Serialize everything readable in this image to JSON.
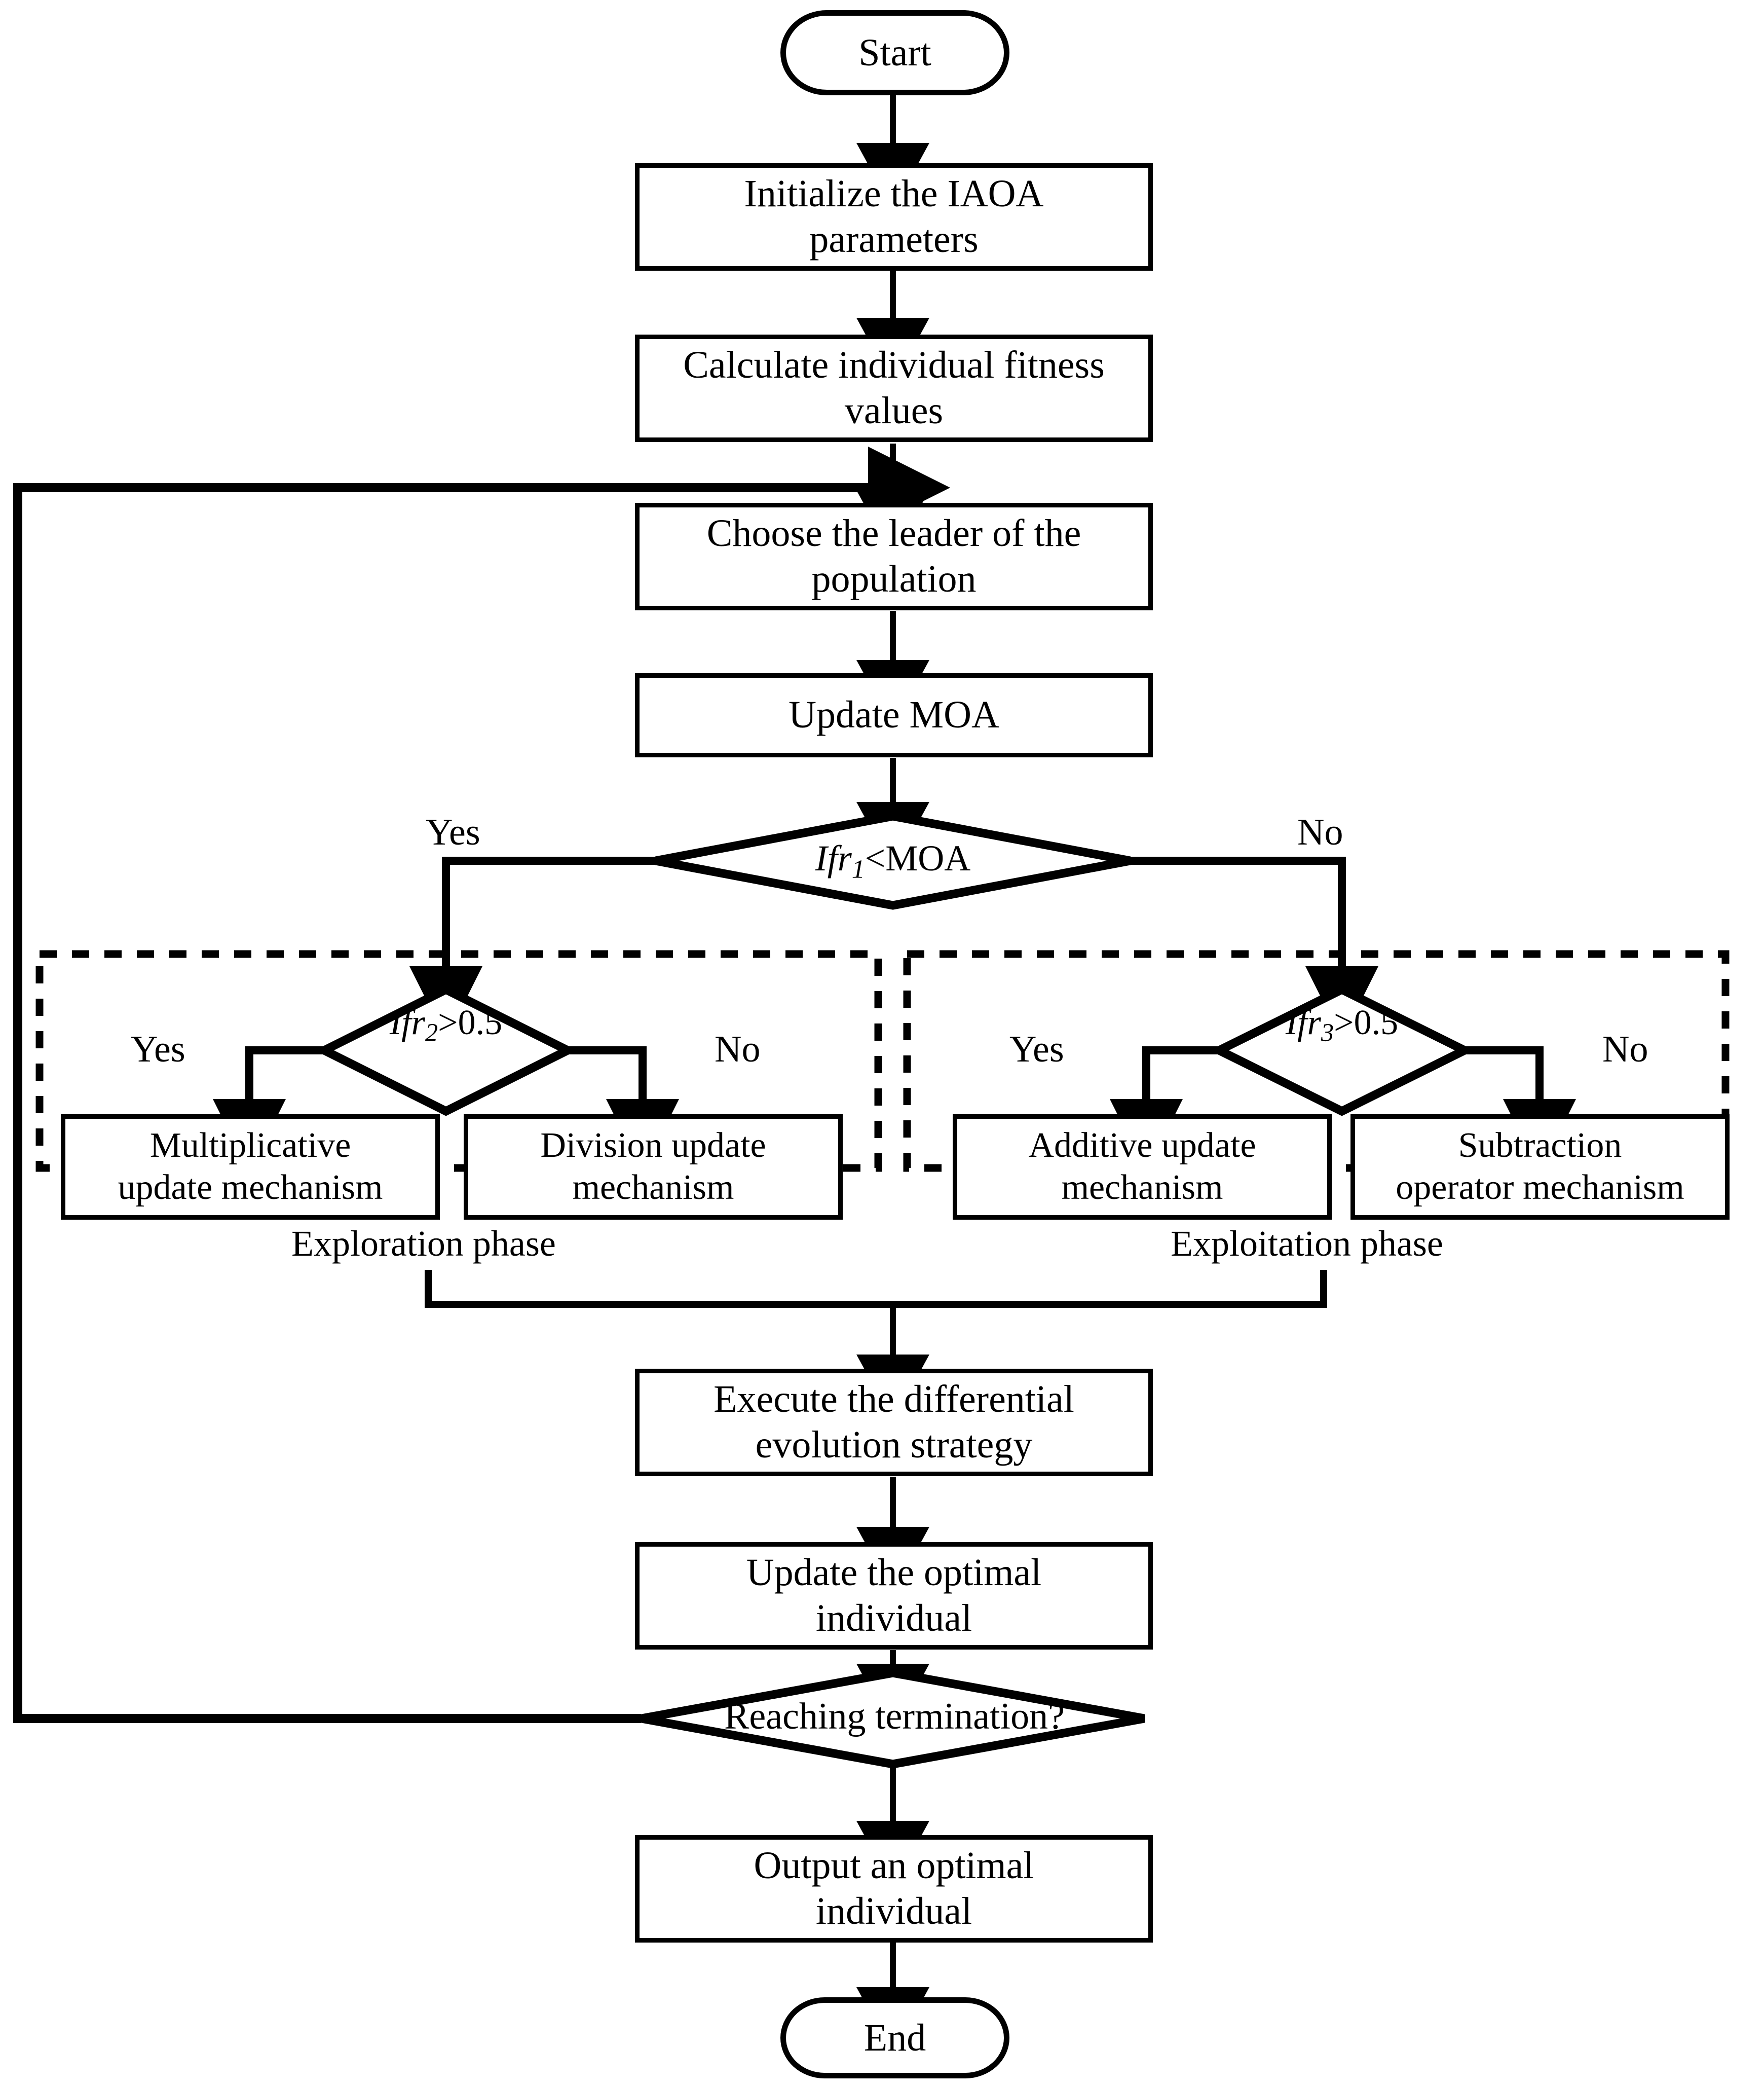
{
  "diagram": {
    "title": "IAOA algorithm flowchart",
    "colors": {
      "stroke": "#000000",
      "fill": "#ffffff",
      "background": "#ffffff"
    },
    "nodes": {
      "start": {
        "label": "Start",
        "shape": "terminator"
      },
      "init": {
        "label": "Initialize the IAOA parameters",
        "line1": "Initialize the IAOA",
        "line2": "parameters",
        "shape": "process"
      },
      "fitness": {
        "label": "Calculate individual fitness values",
        "line1": "Calculate individual fitness",
        "line2": "values",
        "shape": "process"
      },
      "leader": {
        "label": "Choose the leader of the population",
        "line1": "Choose the leader of the",
        "line2": "population",
        "shape": "process"
      },
      "moa": {
        "label": "Update MOA",
        "line1": "Update MOA",
        "shape": "process"
      },
      "decision_moa": {
        "label": "If r1<MOA",
        "prefix": "If",
        "var": "r",
        "subscript": "1",
        "suffix": "<MOA",
        "shape": "decision"
      },
      "decision_r2": {
        "label": "If r2>0.5",
        "prefix": "If",
        "var": "r",
        "subscript": "2",
        "suffix": ">0.5",
        "shape": "decision"
      },
      "decision_r3": {
        "label": "If r3>0.5",
        "prefix": "If",
        "var": "r",
        "subscript": "3",
        "suffix": ">0.5",
        "shape": "decision"
      },
      "multiplicative": {
        "label": "Multiplicative update mechanism",
        "line1": "Multiplicative",
        "line2": "update mechanism",
        "shape": "process"
      },
      "division": {
        "label": "Division update mechanism",
        "line1": "Division update",
        "line2": "mechanism",
        "shape": "process"
      },
      "additive": {
        "label": "Additive update mechanism",
        "line1": "Additive update",
        "line2": "mechanism",
        "shape": "process"
      },
      "subtraction": {
        "label": "Subtraction operator mechanism",
        "line1": "Subtraction",
        "line2": "operator mechanism",
        "shape": "process"
      },
      "differential": {
        "label": "Execute the differential evolution strategy",
        "line1": "Execute the differential",
        "line2": "evolution strategy",
        "shape": "process"
      },
      "update_optimal": {
        "label": "Update the optimal individual",
        "line1": "Update the optimal",
        "line2": "individual",
        "shape": "process"
      },
      "decision_term": {
        "label": "Reaching termination?",
        "shape": "decision"
      },
      "output": {
        "label": "Output an optimal individual",
        "line1": "Output an optimal",
        "line2": "individual",
        "shape": "process"
      },
      "end": {
        "label": "End",
        "shape": "terminator"
      }
    },
    "edge_labels": {
      "moa_yes": "Yes",
      "moa_no": "No",
      "r2_yes": "Yes",
      "r2_no": "No",
      "r3_yes": "Yes",
      "r3_no": "No"
    },
    "groups": {
      "exploration": {
        "label": "Exploration phase",
        "style": "dashed"
      },
      "exploitation": {
        "label": "Exploitation phase",
        "style": "dashed"
      }
    }
  }
}
